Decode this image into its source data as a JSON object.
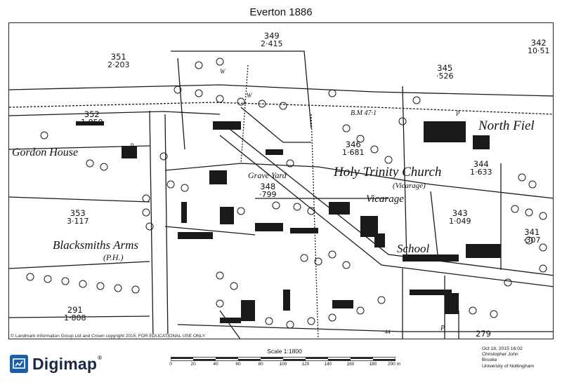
{
  "title": "Everton 1886",
  "parcels": [
    {
      "id": "351",
      "area": "2·203"
    },
    {
      "id": "349",
      "area": "2·415"
    },
    {
      "id": "342",
      "area": "10·51"
    },
    {
      "id": "345",
      "area": "·526"
    },
    {
      "id": "352",
      "area": "1·850"
    },
    {
      "id": "346",
      "area": "1·681"
    },
    {
      "id": "344",
      "area": "1·633"
    },
    {
      "id": "348",
      "area": "·799"
    },
    {
      "id": "353",
      "area": "3·117"
    },
    {
      "id": "343",
      "area": "1·049"
    },
    {
      "id": "341",
      "area": "·307"
    },
    {
      "id": "291",
      "area": "1·808"
    },
    {
      "id": "279",
      "area": ""
    }
  ],
  "places": {
    "north_field": "North Fiel",
    "gordon_house": "Gordon House",
    "holy_trinity": "Holy Trinity Church",
    "vicarage_paren": "(Vicarage)",
    "grave_yard": "Grave Yard",
    "vicarage": "Vicarage",
    "blacksmiths_arms": "Blacksmiths Arms",
    "ph": "(P.H.)",
    "school": "School",
    "benchmark": "B.M 47·1",
    "p1": "P",
    "p2": "P",
    "p3": "P",
    "w1": "W",
    "w2": "W",
    "num44": "·44"
  },
  "copyright": "© Landmark Information Group Ltd and Crown copyright 2015. FOR EDUCATIONAL USE ONLY.",
  "brand": {
    "name": "Digimap",
    "mark": "®"
  },
  "scale": {
    "label": "Scale 1:1800",
    "ticks": [
      "0",
      "20",
      "40",
      "60",
      "80",
      "100",
      "120",
      "140",
      "160",
      "180",
      "200 m"
    ]
  },
  "info": {
    "date": "Oct 18, 2015 16:02",
    "user_line1": "Christopher John",
    "user_line2": "Brooke",
    "org": "University of Nottingham"
  }
}
